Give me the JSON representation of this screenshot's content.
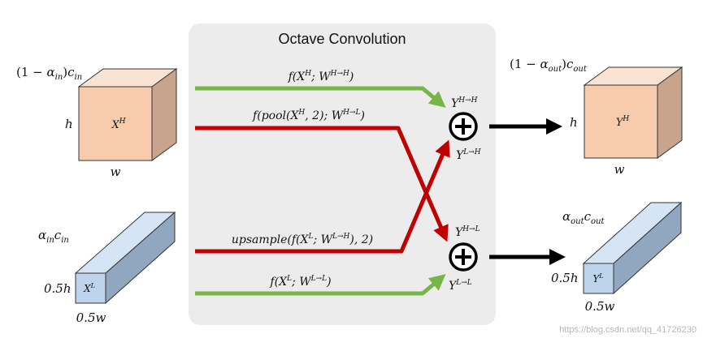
{
  "panel": {
    "title": "Octave Convolution"
  },
  "inputs": {
    "high": {
      "channel_label_prefix": "(1 − ",
      "channel_alpha": "α",
      "channel_alpha_sub": "in",
      "channel_close": ")",
      "channel_c": "c",
      "channel_c_sub": "in",
      "height_label": "h",
      "width_label": "w",
      "tensor_label": "X",
      "tensor_sup": "H"
    },
    "low": {
      "channel_alpha": "α",
      "channel_alpha_sub": "in",
      "channel_c": "c",
      "channel_c_sub": "in",
      "height_label": "0.5h",
      "width_label": "0.5w",
      "tensor_label": "X",
      "tensor_sup": "L"
    }
  },
  "outputs": {
    "high": {
      "channel_label_prefix": "(1 − ",
      "channel_alpha": "α",
      "channel_alpha_sub": "out",
      "channel_close": ")",
      "channel_c": "c",
      "channel_c_sub": "out",
      "height_label": "h",
      "width_label": "w",
      "tensor_label": "Y",
      "tensor_sup": "H"
    },
    "low": {
      "channel_alpha": "α",
      "channel_alpha_sub": "out",
      "channel_c": "c",
      "channel_c_sub": "out",
      "height_label": "0.5h",
      "width_label": "0.5w",
      "tensor_label": "Y",
      "tensor_sup": "L"
    }
  },
  "paths": {
    "h2h": {
      "label_pre": "f(X",
      "label_sup1": "H",
      "label_mid": "; W",
      "label_sup2": "H→H",
      "label_post": ")"
    },
    "h2l": {
      "label_pre": "f(pool(X",
      "label_sup1": "H",
      "label_mid": ", 2); W",
      "label_sup2": "H→L",
      "label_post": ")"
    },
    "l2h": {
      "label_pre": "upsample(f(X",
      "label_sup1": "L",
      "label_mid": "; W",
      "label_sup2": "L→H",
      "label_post": "), 2)"
    },
    "l2l": {
      "label_pre": "f(X",
      "label_sup1": "L",
      "label_mid": "; W",
      "label_sup2": "L→L",
      "label_post": ")"
    }
  },
  "sums": {
    "top": {
      "in1_base": "Y",
      "in1_sup": "H→H",
      "in2_base": "Y",
      "in2_sup": "L→H"
    },
    "bottom": {
      "in1_base": "Y",
      "in1_sup": "H→L",
      "in2_base": "Y",
      "in2_sup": "L→L"
    }
  },
  "watermark": "https://blog.csdn.net/qq_41726230",
  "colors": {
    "panel": "#ececec",
    "green": "#78b547",
    "red": "#c00000",
    "orange_front": "#f7cbac",
    "orange_top": "#fbe3d3",
    "orange_side": "#c9a48c",
    "blue_front": "#bdd4ec",
    "blue_top": "#d6e5f5",
    "blue_side": "#91a7bf"
  }
}
